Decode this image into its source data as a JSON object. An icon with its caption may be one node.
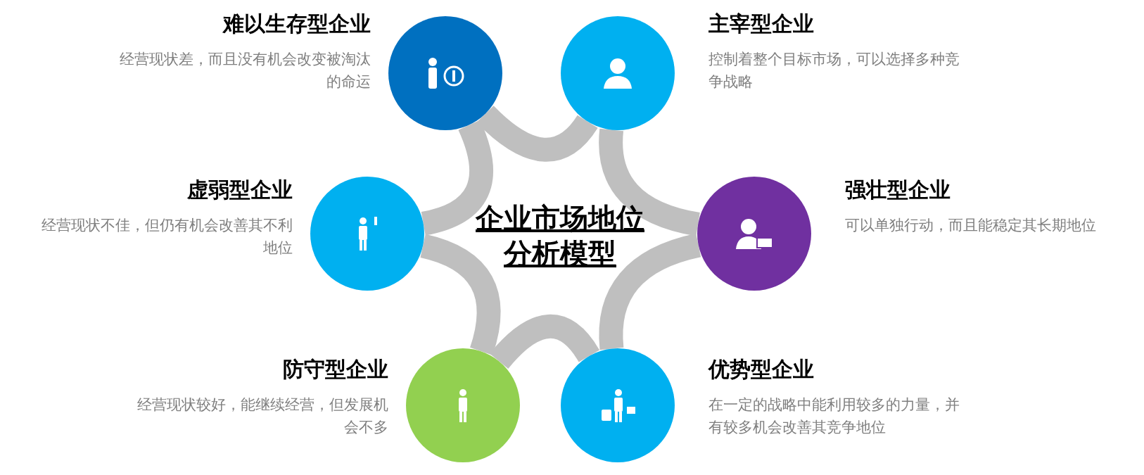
{
  "diagram": {
    "title": "企业市场地位分析模型",
    "nodes": [
      {
        "text": [
          "难以生存型企业",
          "经营现状差，而且没有机会改变被淘汰的命运"
        ]
      },
      {
        "text": [
          "主宰型企业",
          "控制着整个目标市场，可以选择多种竞争战略"
        ]
      },
      {
        "text": [
          "虚弱型企业",
          "经营现状不佳，但仍有机会改善其不利地位"
        ]
      },
      {
        "text": [
          "强壮型企业",
          "可以单独行动，而且能稳定其长期地位"
        ]
      },
      {
        "text": [
          "防守型企业",
          "经营现状较好，能继续经营，但发展机会不多"
        ]
      },
      {
        "text": [
          "优势型企业",
          "在一定的战略中能利用较多的力量，并有较多机会改善其竞争地位"
        ]
      }
    ],
    "edges": [
      {
        "from": 0,
        "to": 1,
        "arrow": "none"
      },
      {
        "from": 1,
        "to": 3,
        "arrow": "none"
      },
      {
        "from": 3,
        "to": 5,
        "arrow": "none"
      },
      {
        "from": 5,
        "to": 4,
        "arrow": "none"
      },
      {
        "from": 4,
        "to": 2,
        "arrow": "none"
      },
      {
        "from": 2,
        "to": 0,
        "arrow": "none"
      }
    ]
  }
}
